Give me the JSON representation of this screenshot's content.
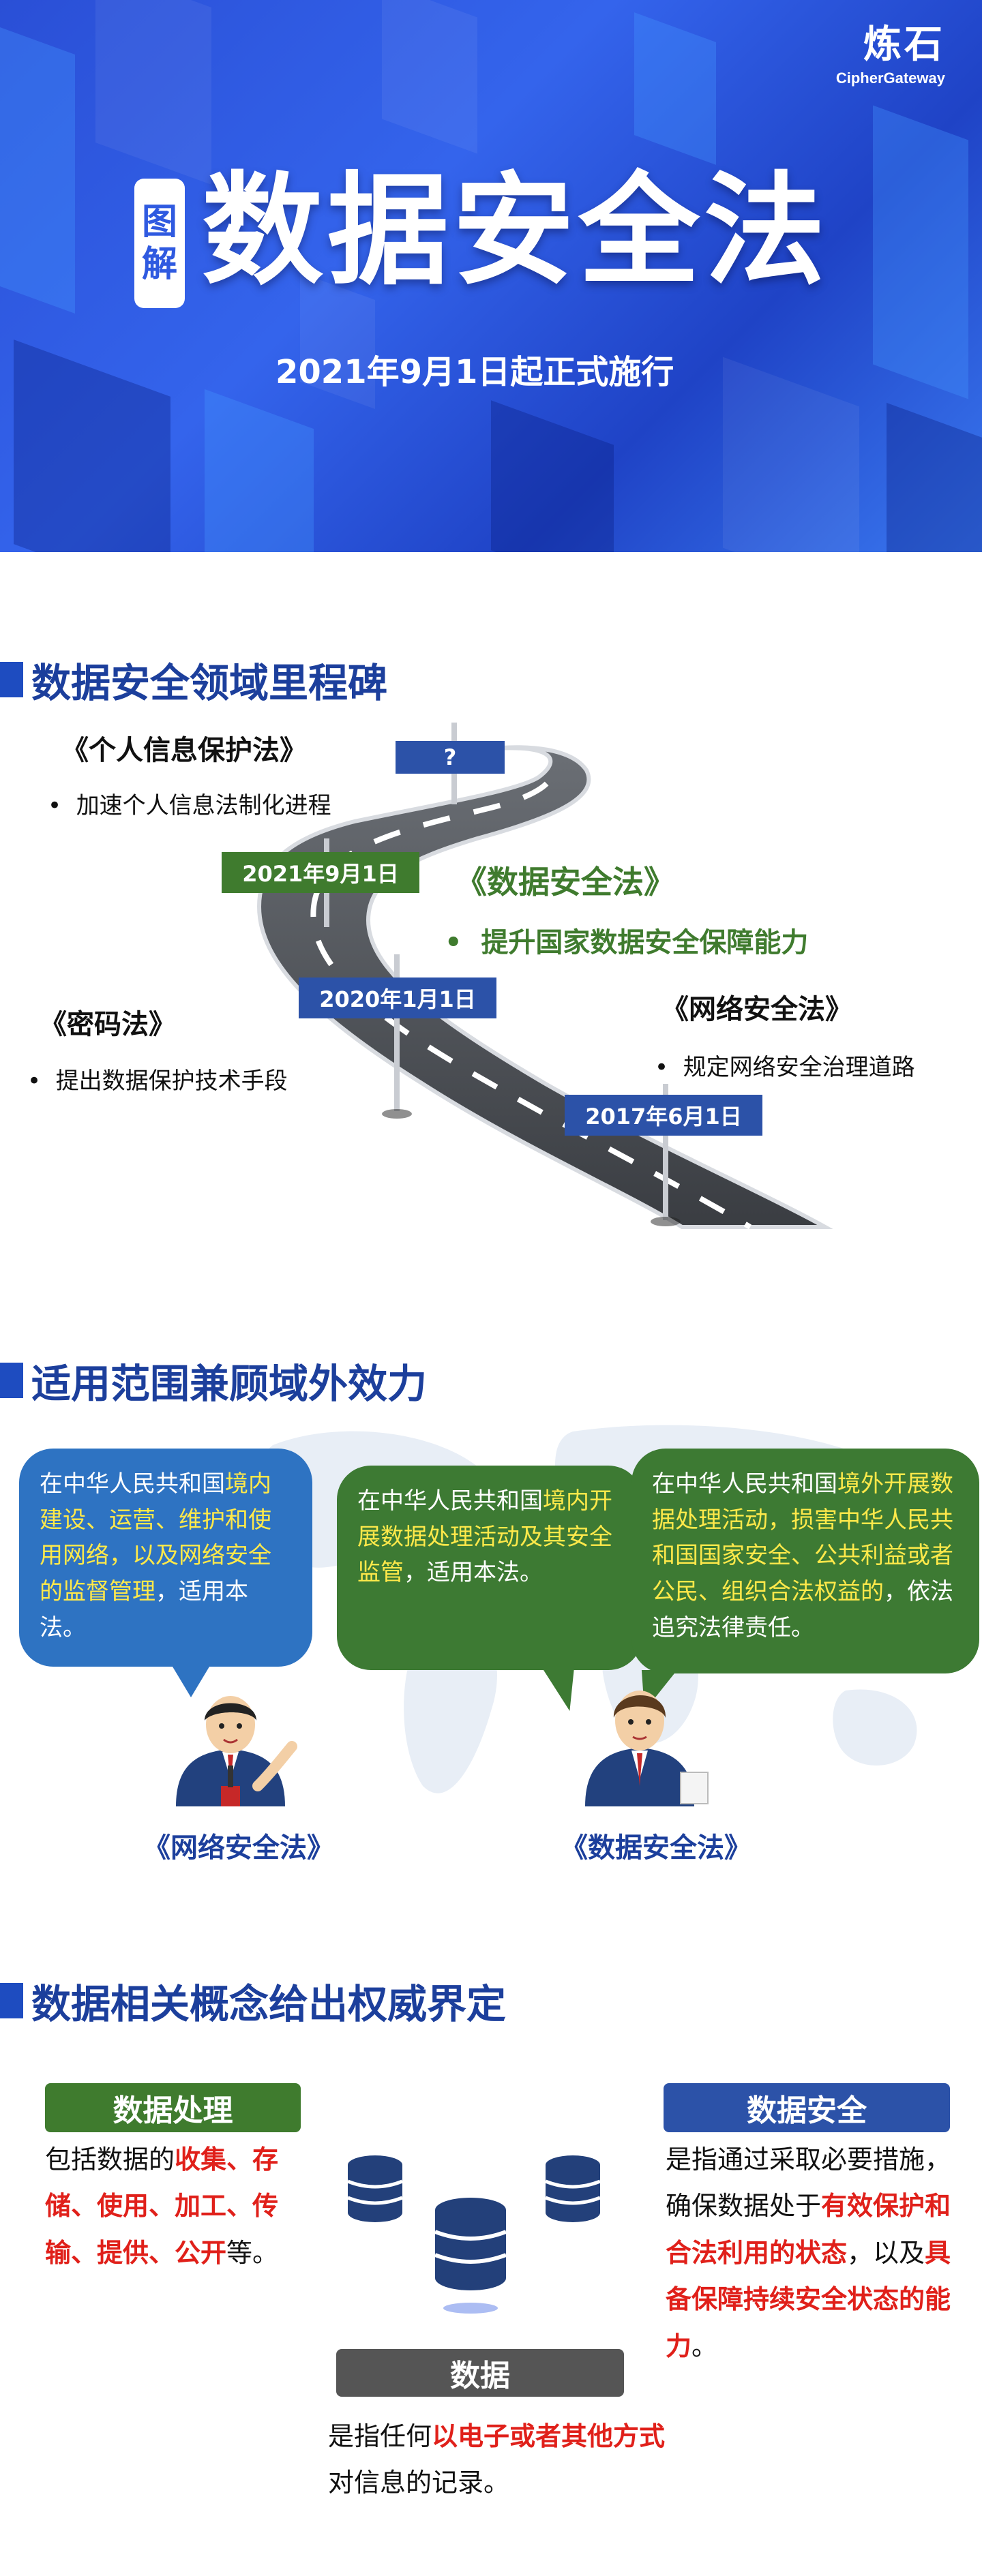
{
  "brand": {
    "name": "炼石",
    "sub": "CipherGateway"
  },
  "header": {
    "tag_1": "图",
    "tag_2": "解",
    "title": "数据安全法",
    "subtitle": "2021年9月1日起正式施行"
  },
  "colors": {
    "header_blue": "#2f5ae0",
    "title_blue": "#1c3f9c",
    "green": "#3f7b2e",
    "red": "#e0201a",
    "yellow": "#ffe94a"
  },
  "milestones": {
    "title": "数据安全领域里程碑",
    "unknown_label": "?",
    "items": [
      {
        "date": "2021年9月1日",
        "law": "《数据安全法》",
        "desc": "提升国家数据安全保障能力"
      },
      {
        "date": "2020年1月1日",
        "law": "《密码法》",
        "desc": "提出数据保护技术手段"
      },
      {
        "date": "2017年6月1日",
        "law": "《网络安全法》",
        "desc": "规定网络安全治理道路"
      }
    ],
    "future": {
      "law": "《个人信息保护法》",
      "desc": "加速个人信息法制化进程"
    },
    "bullet": "•"
  },
  "scope": {
    "title": "适用范围兼顾域外效力",
    "bubble_left": {
      "normal_1": "在中华人民共和国",
      "hl_1": "境内建设、运营、维护和使用网络，以及网络安全的监督管理",
      "normal_2": "，适用本法。"
    },
    "bubble_mid": {
      "normal_1": "在中华人民共和国",
      "hl_1": "境内开展数据处理活动及其安全监管",
      "normal_2": "，适用本法。"
    },
    "bubble_right": {
      "normal_1": "在中华人民共和国",
      "hl_1": "境外开展数据处理活动，损害中华人民共和国国家安全、公共利益或者公民、组织合法权益的",
      "normal_2": "，依法追究法律责任。"
    },
    "caption_left": "《网络安全法》",
    "caption_right": "《数据安全法》"
  },
  "concepts": {
    "title": "数据相关概念给出权威界定",
    "processing": {
      "label": "数据处理",
      "pre": "包括数据的",
      "red": "收集、存储、使用、加工、传输、提供、公开",
      "post": "等。"
    },
    "security": {
      "label": "数据安全",
      "pre": "是指通过采取必要措施，确保数据处于",
      "red_1": "有效保护和合法利用的状态",
      "mid": "，以及",
      "red_2": "具备保障持续安全状态的能力",
      "post": "。"
    },
    "data": {
      "label": "数据",
      "pre": "是指任何",
      "red": "以电子或者其他方式",
      "post": "对信息的记录。"
    }
  }
}
